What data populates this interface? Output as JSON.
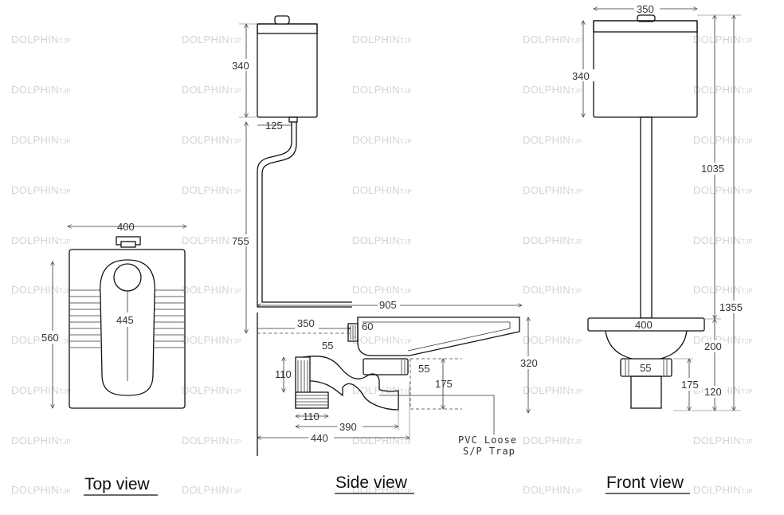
{
  "watermark": {
    "brand": "DOLPHIN",
    "suffix": "TJP"
  },
  "views": {
    "top": {
      "title": "Top view",
      "dims": {
        "width": "400",
        "length": "560",
        "pan": "445"
      }
    },
    "side": {
      "title": "Side view",
      "dims": {
        "tank_height": "340",
        "pipe_offset": "125",
        "pipe_height": "755",
        "total_length": "905",
        "inlet_offset": "350",
        "inlet_dia": "60",
        "inlet_drop": "55",
        "trap_neck": "55",
        "pan_height": "320",
        "trap_height": "110",
        "trap_outlet": "175",
        "trap_width": "110",
        "trap_length": "390",
        "overall_depth": "440"
      },
      "note": {
        "line1": "PVC Loose",
        "line2": "S/P Trap"
      }
    },
    "front": {
      "title": "Front view",
      "dims": {
        "tank_width": "350",
        "tank_height": "340",
        "pipe_height": "1035",
        "total_height": "1355",
        "pan_width": "400",
        "trap_neck": "55",
        "trap_height": "175",
        "drop": "200",
        "base": "120"
      }
    }
  },
  "colors": {
    "line": "#111111",
    "watermark": "#d4d4d4",
    "text": "#333333"
  }
}
